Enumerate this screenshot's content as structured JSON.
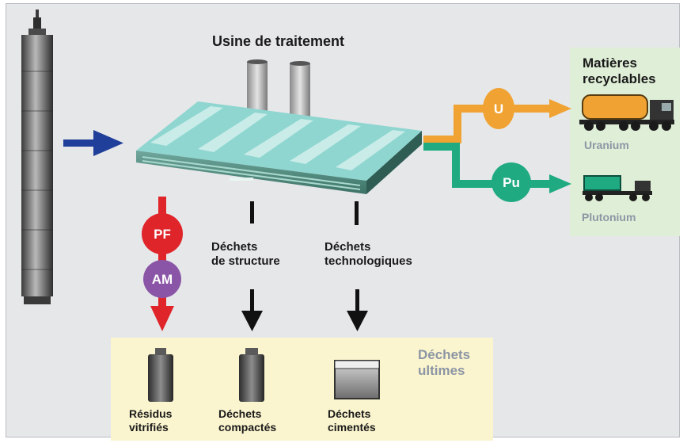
{
  "title": "Usine de traitement",
  "recyclable": {
    "heading": [
      "Matières",
      "recyclables"
    ],
    "uranium": {
      "symbol": "U",
      "label": "Uranium",
      "color": "#f0a232"
    },
    "plutonium": {
      "symbol": "Pu",
      "label": "Plutonium",
      "color": "#1faa82"
    }
  },
  "nodes": {
    "pf": "PF",
    "am": "AM"
  },
  "streams": {
    "structure": [
      "Déchets",
      "de structure"
    ],
    "technological": [
      "Déchets",
      "technologiques"
    ]
  },
  "ultimate": {
    "heading": [
      "Déchets",
      "ultimes"
    ],
    "vitrified": [
      "Résidus",
      "vitrifiés"
    ],
    "compacted": [
      "Déchets",
      "compactés"
    ],
    "cemented": [
      "Déchets",
      "cimentés"
    ]
  },
  "colors": {
    "background": "#e6e7e9",
    "recyclable_panel": "#dfeed7",
    "ultimate_panel": "#fbf5cf",
    "feed_arrow": "#1f3f9a",
    "pf": "#e0252a",
    "am": "#8a55a6"
  }
}
